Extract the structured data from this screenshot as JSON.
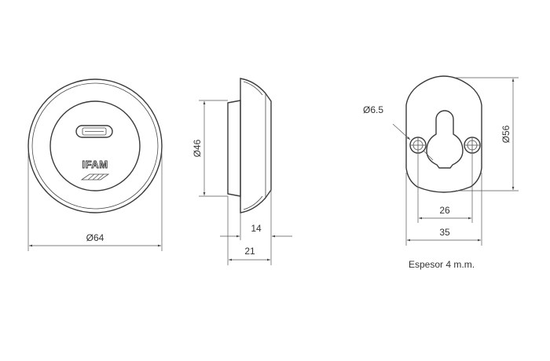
{
  "front_view": {
    "brand": "IFAM",
    "diameter_label": "Ø64"
  },
  "side_view": {
    "height_label": "Ø46",
    "depth_inner_label": "14",
    "depth_outer_label": "21"
  },
  "plate_view": {
    "hole_label": "Ø6.5",
    "height_label": "Ø56",
    "hole_spacing_label": "26",
    "width_label": "35",
    "note": "Espesor 4 m.m."
  }
}
